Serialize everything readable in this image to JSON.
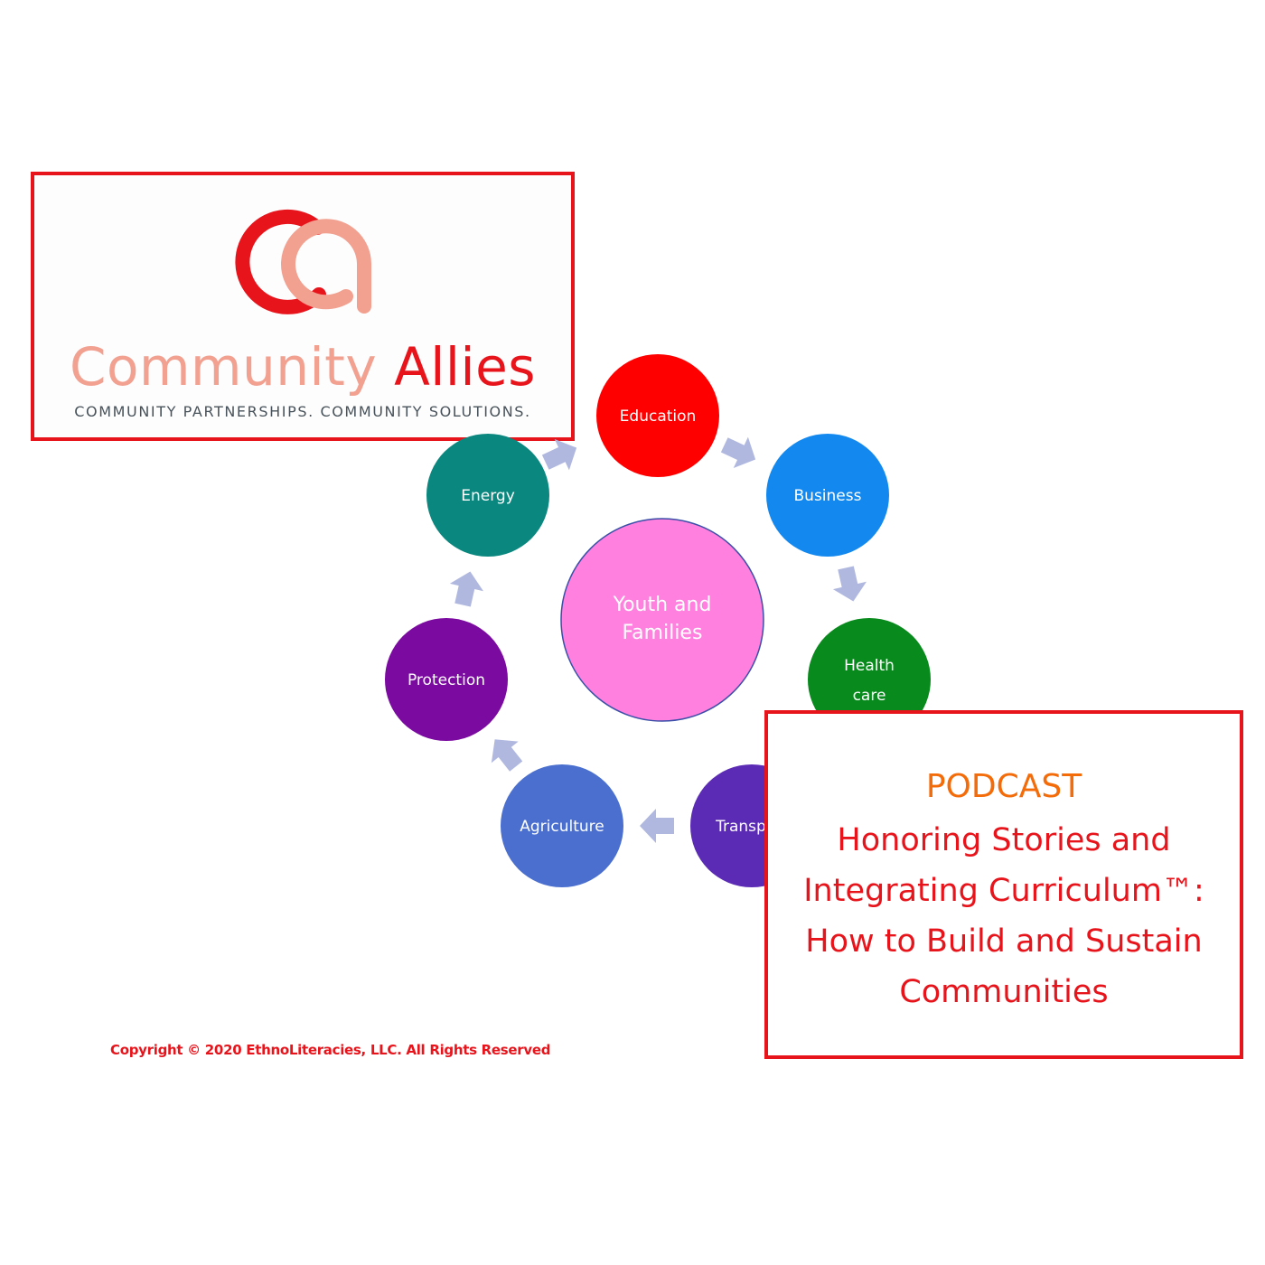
{
  "logo": {
    "mark_colors": [
      "#e8141c",
      "#f2a090"
    ],
    "name_part1": "Community",
    "name_part2": "Allies",
    "tagline": "COMMUNITY PARTNERSHIPS. COMMUNITY SOLUTIONS."
  },
  "diagram": {
    "hub": {
      "line1": "Youth and",
      "line2": "Families",
      "color": "#ff80de"
    },
    "nodes": [
      {
        "line1": "Education",
        "line2": "",
        "color": "#ff0000"
      },
      {
        "line1": "Business",
        "line2": "",
        "color": "#1389f0"
      },
      {
        "line1": "Health",
        "line2": "care",
        "color": "#088a1c"
      },
      {
        "line1": "Transport",
        "line2": "",
        "color": "#5b2bb5"
      },
      {
        "line1": "Agriculture",
        "line2": "",
        "color": "#4a6fcf"
      },
      {
        "line1": "Protection",
        "line2": "",
        "color": "#7a0aa0"
      },
      {
        "line1": "Energy",
        "line2": "",
        "color": "#0a877e"
      }
    ],
    "arrow_color": "#b0b8e0"
  },
  "podcast": {
    "label": "PODCAST",
    "title_line1": "Honoring Stories and",
    "title_line2": "Integrating Curriculum™:",
    "title_line3": "How to Build and Sustain",
    "title_line4": "Communities"
  },
  "copyright": "Copyright © 2020 EthnoLiteracies, LLC. All Rights Reserved"
}
